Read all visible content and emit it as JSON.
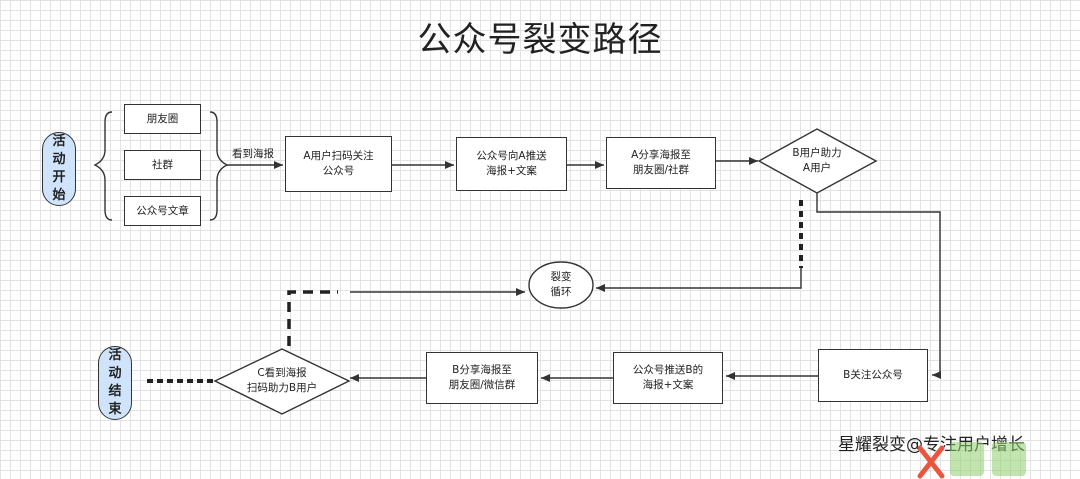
{
  "title": "公众号裂变路径",
  "start_label": "活\n动\n开\n始",
  "end_label": "活\n动\n结\n束",
  "channels": [
    "朋友圈",
    "社群",
    "公众号文章"
  ],
  "see_poster": "看到海报",
  "steps": {
    "a_scan": "A用户扫码关注\n公众号",
    "push_a": "公众号向A推送\n海报+文案",
    "a_share": "A分享海报至\n朋友圈/社群",
    "b_help": "B用户助力\nA用户",
    "fission_loop": "裂变\n循环",
    "b_follow": "B关注公众号",
    "push_b": "公众号推送B的\n海报+文案",
    "b_share": "B分享海报至\n朋友圈/微信群",
    "c_see": "C看到海报\n扫码助力B用户"
  },
  "watermark": "星耀裂变@专注用户增长"
}
